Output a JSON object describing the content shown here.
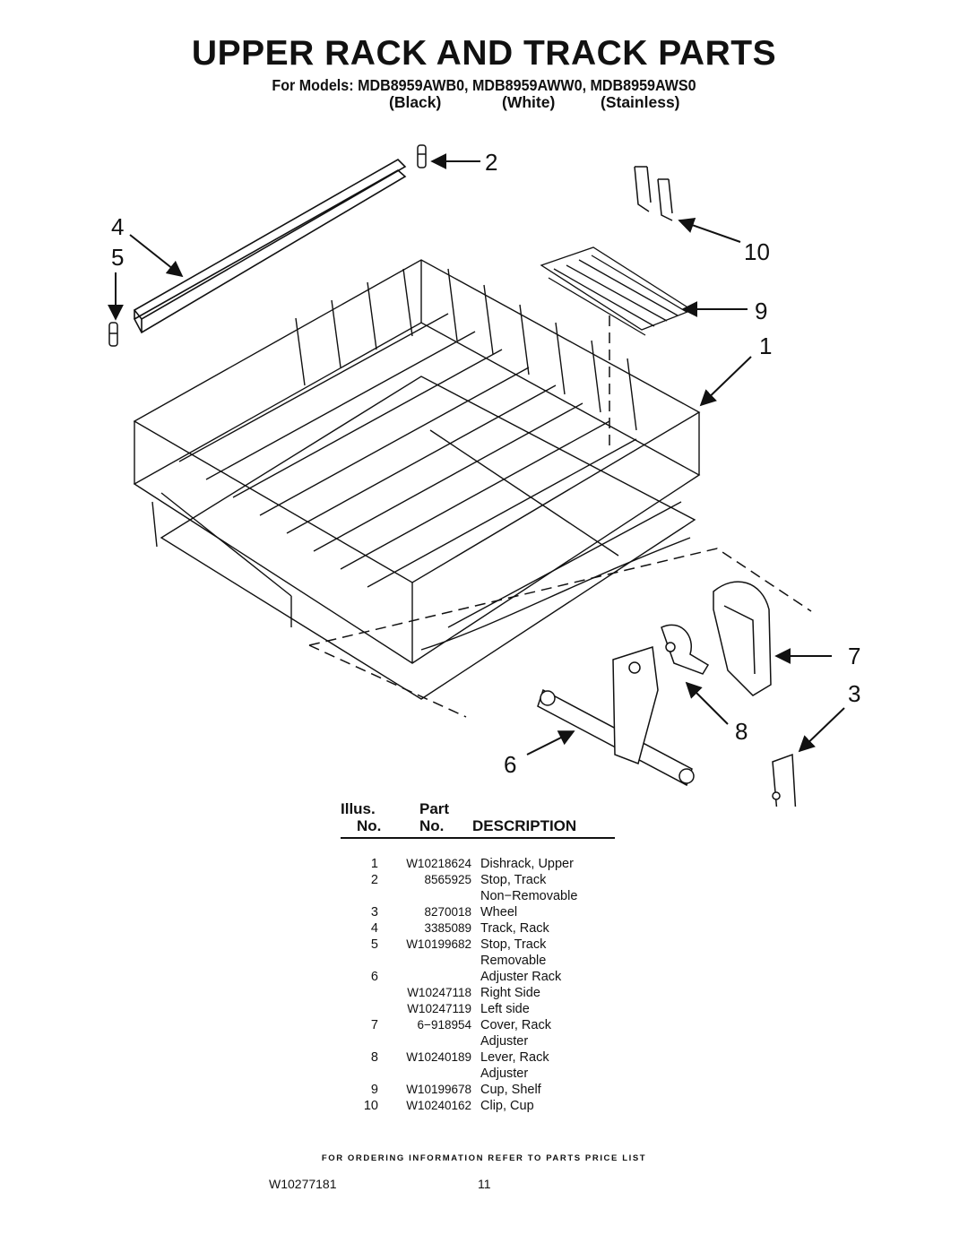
{
  "title": "UPPER RACK AND TRACK PARTS",
  "models_line": "For Models: MDB8959AWB0, MDB8959AWW0, MDB8959AWS0",
  "variants": [
    "(Black)",
    "(White)",
    "(Stainless)"
  ],
  "callouts": [
    "1",
    "2",
    "3",
    "4",
    "5",
    "6",
    "7",
    "8",
    "9",
    "10"
  ],
  "table": {
    "header_illus_top": "Illus.",
    "header_illus_bottom": "No.",
    "header_part_top": "Part",
    "header_part_bottom": "No.",
    "header_description": "DESCRIPTION",
    "rows": [
      {
        "num": "1",
        "part": "W10218624",
        "desc": "Dishrack, Upper"
      },
      {
        "num": "2",
        "part": "8565925",
        "desc": "Stop, Track"
      },
      {
        "num": "",
        "part": "",
        "desc": "Non−Removable"
      },
      {
        "num": "3",
        "part": "8270018",
        "desc": "Wheel"
      },
      {
        "num": "4",
        "part": "3385089",
        "desc": "Track, Rack"
      },
      {
        "num": "5",
        "part": "W10199682",
        "desc": "Stop, Track"
      },
      {
        "num": "",
        "part": "",
        "desc": "Removable"
      },
      {
        "num": "6",
        "part": "",
        "desc": "Adjuster Rack"
      },
      {
        "num": "",
        "part": "W10247118",
        "desc": "Right Side"
      },
      {
        "num": "",
        "part": "W10247119",
        "desc": "Left side"
      },
      {
        "num": "7",
        "part": "6−918954",
        "desc": "Cover, Rack"
      },
      {
        "num": "",
        "part": "",
        "desc": "Adjuster"
      },
      {
        "num": "8",
        "part": "W10240189",
        "desc": "Lever, Rack"
      },
      {
        "num": "",
        "part": "",
        "desc": "Adjuster"
      },
      {
        "num": "9",
        "part": "W10199678",
        "desc": "Cup, Shelf"
      },
      {
        "num": "10",
        "part": "W10240162",
        "desc": "Clip, Cup"
      }
    ]
  },
  "footer_note": "FOR ORDERING INFORMATION REFER TO PARTS PRICE LIST",
  "doc_number": "W10277181",
  "page_number": "11"
}
